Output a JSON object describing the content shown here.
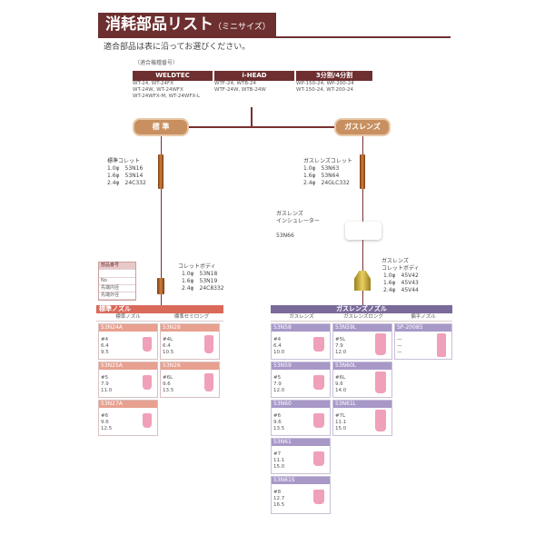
{
  "header": {
    "title_main": "消耗部品リスト",
    "title_sub": "（ミニサイズ）",
    "subtitle": "適合部品は表に沿ってお選びください。"
  },
  "models": {
    "caption": "（適合機種番号）",
    "columns": [
      {
        "name": "WELDTEC",
        "items": [
          "WT-24, WT-24FX",
          "WT-24W, WT-24WFX",
          "WT-24WFX-M, WT-24WFX-L"
        ]
      },
      {
        "name": "i-HEAD",
        "items": [
          "WTF-24, WTB-24",
          "WTF-24W, WTB-24W"
        ]
      },
      {
        "name": "3分割/4分割",
        "items": [
          "WP-150-24, WP-200-24",
          "WT-150-24, WT-200-24"
        ]
      }
    ]
  },
  "branches": {
    "standard": "標 準",
    "gaslens": "ガスレンズ"
  },
  "standard_collet": {
    "label": "標準コレット",
    "rows": [
      "1.0φ　53N16",
      "1.6φ　53N14",
      "2.4φ　24C332"
    ]
  },
  "gaslens_collet": {
    "label": "ガスレンズコレット",
    "rows": [
      "1.0φ　53N63",
      "1.6φ　53N64",
      "2.4φ　24GLC332"
    ]
  },
  "insulator": {
    "label_line1": "ガスレンズ",
    "label_line2": "インシュレーター",
    "code": "53N66"
  },
  "collet_body": {
    "label": "コレットボディ",
    "rows": [
      "1.0φ　53N18",
      "1.6φ　53N19",
      "2.4φ　24C8332"
    ]
  },
  "gaslens_collet_body": {
    "label_line1": "ガスレンズ",
    "label_line2": "コレットボディ",
    "rows": [
      "1.0φ　45V42",
      "1.6φ　45V43",
      "2.4φ　45V44"
    ]
  },
  "legend": {
    "title": "部品番号",
    "rows": [
      "No",
      "先端内径",
      "先端外径"
    ]
  },
  "standard_nozzle": {
    "header": "標準ノズル",
    "col1": "標準ノズル",
    "col2": "標準セミロング",
    "items": [
      {
        "code": "53N24A",
        "details": [
          "#4",
          "6.4",
          "9.5"
        ]
      },
      {
        "code": "53N25A",
        "details": [
          "#5",
          "7.9",
          "11.0"
        ]
      },
      {
        "code": "53N27A",
        "details": [
          "#6",
          "9.6",
          "12.5"
        ]
      },
      {
        "code": "53N28",
        "details": [
          "#4L",
          "6.4",
          "10.5"
        ]
      },
      {
        "code": "53N26",
        "details": [
          "#6L",
          "9.6",
          "13.5"
        ]
      }
    ]
  },
  "gaslens_nozzle": {
    "header": "ガスレンズノズル",
    "col1": "ガスレンズ",
    "col2": "ガスレンズロング",
    "col3": "偏平ノズル",
    "items": [
      {
        "code": "53N58",
        "details": [
          "#4",
          "6.4",
          "10.0"
        ]
      },
      {
        "code": "53N59",
        "details": [
          "#5",
          "7.9",
          "12.0"
        ]
      },
      {
        "code": "53N60",
        "details": [
          "#6",
          "9.6",
          "13.5"
        ]
      },
      {
        "code": "53N61",
        "details": [
          "#7",
          "11.1",
          "15.0"
        ]
      },
      {
        "code": "53N61S",
        "details": [
          "#8",
          "12.7",
          "16.5"
        ]
      },
      {
        "code": "53N59L",
        "details": [
          "#5L",
          "7.9",
          "12.0"
        ]
      },
      {
        "code": "53N60L",
        "details": [
          "#6L",
          "9.6",
          "14.0"
        ]
      },
      {
        "code": "53N61L",
        "details": [
          "#7L",
          "11.1",
          "15.0"
        ]
      },
      {
        "code": "SP-20085",
        "details": [
          "—",
          "—",
          "—"
        ]
      }
    ]
  },
  "colors": {
    "maroon": "#6d2f2f",
    "standard_accent": "#d96a5a",
    "gaslens_accent": "#7a6a9a",
    "nozzle_pink": "#f0a0b8"
  }
}
